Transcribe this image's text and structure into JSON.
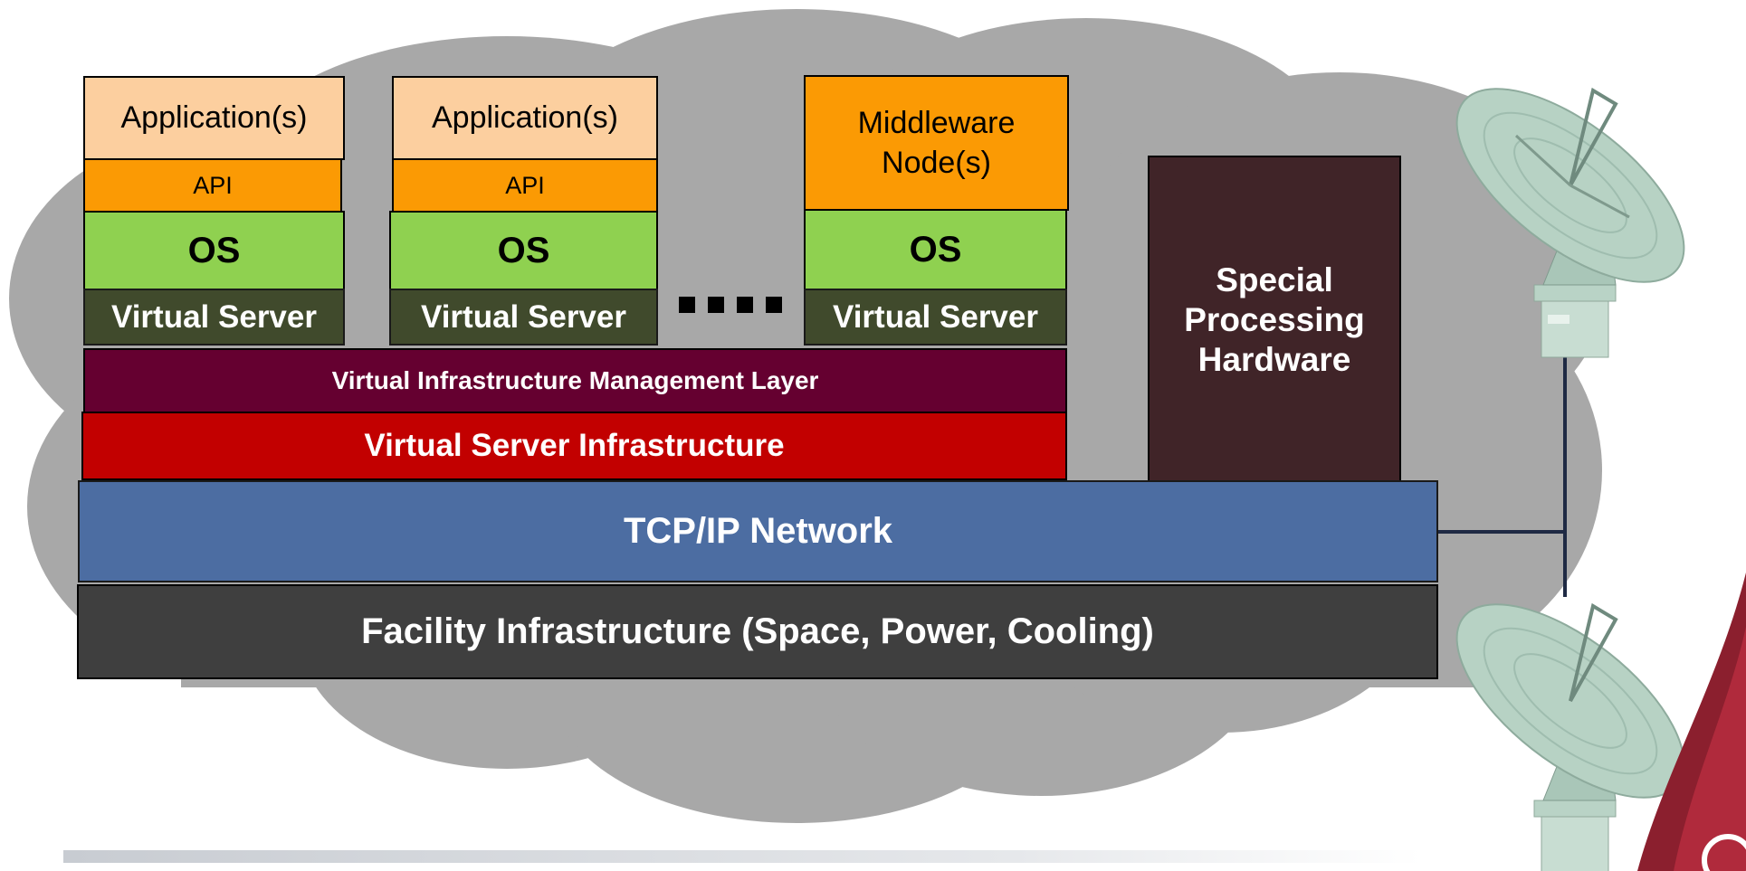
{
  "stacks": [
    {
      "top_label": "Application(s)",
      "api_label": "API",
      "os_label": "OS",
      "server_label": "Virtual Server"
    },
    {
      "top_label": "Application(s)",
      "api_label": "API",
      "os_label": "OS",
      "server_label": "Virtual Server"
    },
    {
      "top_label": "Middleware Node(s)",
      "os_label": "OS",
      "server_label": "Virtual Server"
    }
  ],
  "layers": {
    "management": "Virtual Infrastructure Management Layer",
    "server_infrastructure": "Virtual Server Infrastructure",
    "network": "TCP/IP Network",
    "facility": "Facility Infrastructure (Space, Power, Cooling)"
  },
  "special_hardware": "Special Processing Hardware",
  "icons": [
    "cloud-icon",
    "satellite-dish-icon",
    "ellipsis-icon"
  ],
  "colors": {
    "cloud": "#a8a8a8",
    "application": "#fccf9f",
    "api": "#fb9a04",
    "os": "#8fd150",
    "virtual_server": "#404a2c",
    "management_layer": "#650030",
    "server_infrastructure": "#c20000",
    "special_hardware": "#402428",
    "network": "#4c6da2",
    "facility": "#3f3f3f"
  }
}
